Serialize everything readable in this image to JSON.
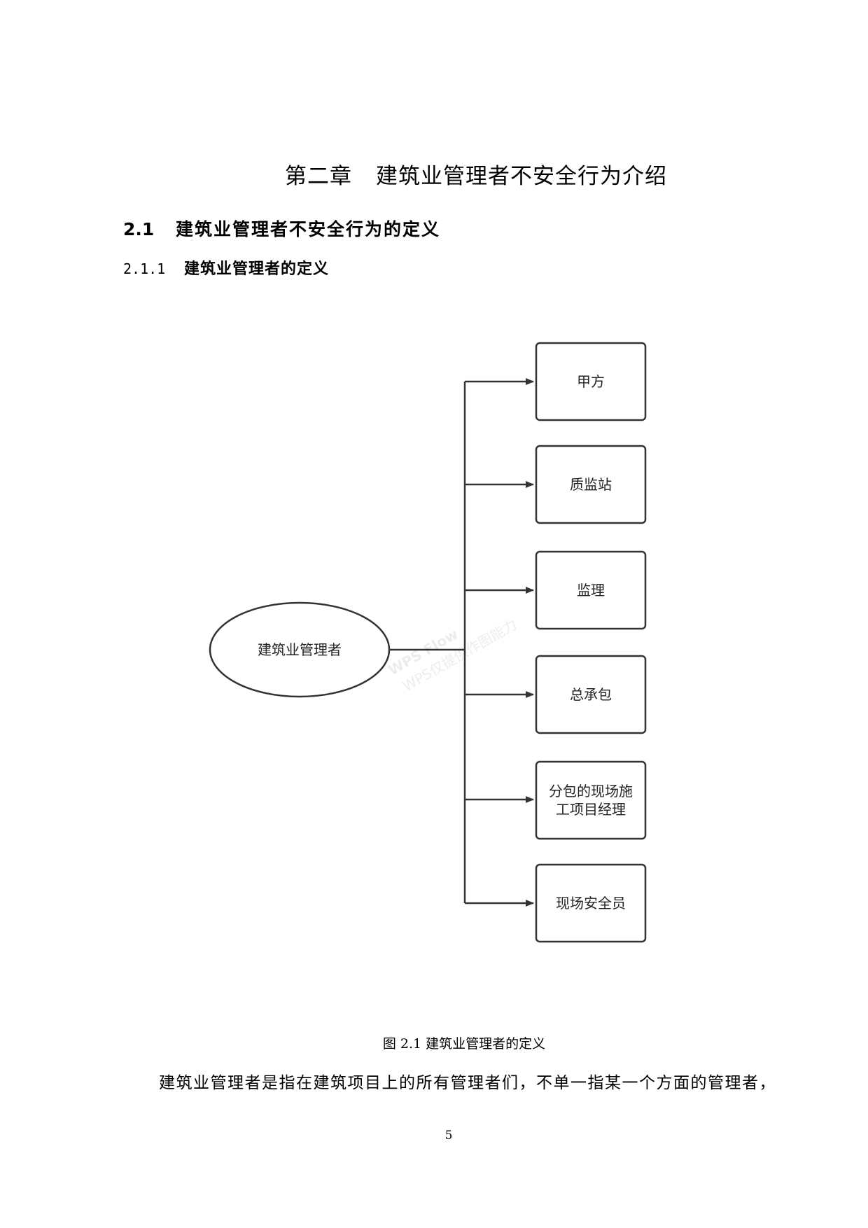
{
  "chapter": {
    "number": "第二章",
    "title": "建筑业管理者不安全行为介绍"
  },
  "section": {
    "number": "2.1",
    "title": "建筑业管理者不安全行为的定义"
  },
  "subsection": {
    "number": "2.1.1",
    "title": "建筑业管理者的定义"
  },
  "diagram": {
    "root": "建筑业管理者",
    "children": [
      {
        "label": "甲方"
      },
      {
        "label": "质监站"
      },
      {
        "label": "监理"
      },
      {
        "label": "总承包"
      },
      {
        "label": "分包的现场施",
        "label2": "工项目经理"
      },
      {
        "label": "现场安全员"
      }
    ],
    "watermark": {
      "line1": "WPS Flow",
      "line2": "WPS仅提供作图能力"
    }
  },
  "caption": "图 2.1 建筑业管理者的定义",
  "paragraph": "建筑业管理者是指在建筑项目上的所有管理者们，不单一指某一个方面的管理者，",
  "page_number": "5",
  "colors": {
    "stroke": "#333333",
    "text": "#000000"
  }
}
